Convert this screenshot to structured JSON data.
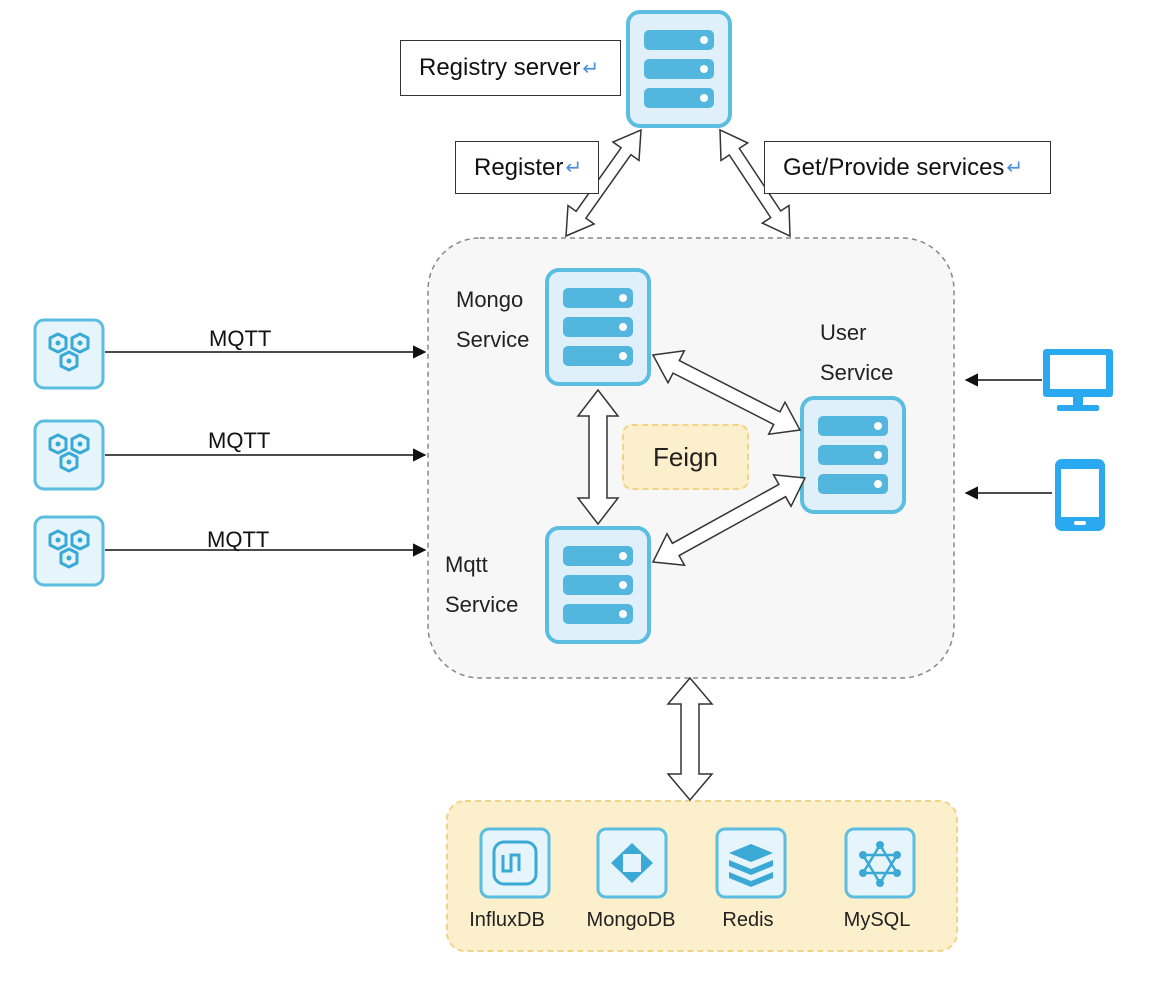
{
  "labels": {
    "registry": "Registry server",
    "register": "Register",
    "get_provide": "Get/Provide services",
    "return_mark": "↵"
  },
  "services": {
    "mongo_line1": "Mongo",
    "mongo_line2": "Service",
    "user_line1": "User",
    "user_line2": "Service",
    "mqtt_line1": "Mqtt",
    "mqtt_line2": "Service",
    "feign": "Feign"
  },
  "mqtt_links": [
    "MQTT",
    "MQTT",
    "MQTT"
  ],
  "databases": [
    "InfluxDB",
    "MongoDB",
    "Redis",
    "MySQL"
  ],
  "colors": {
    "server_border": "#5bbde0",
    "server_fill": "#dff0fa",
    "server_slot": "#52b6de",
    "feign_fill": "#fcefcc",
    "db_panel_fill": "#fcefcc",
    "device_blue": "#2aa8f0"
  }
}
